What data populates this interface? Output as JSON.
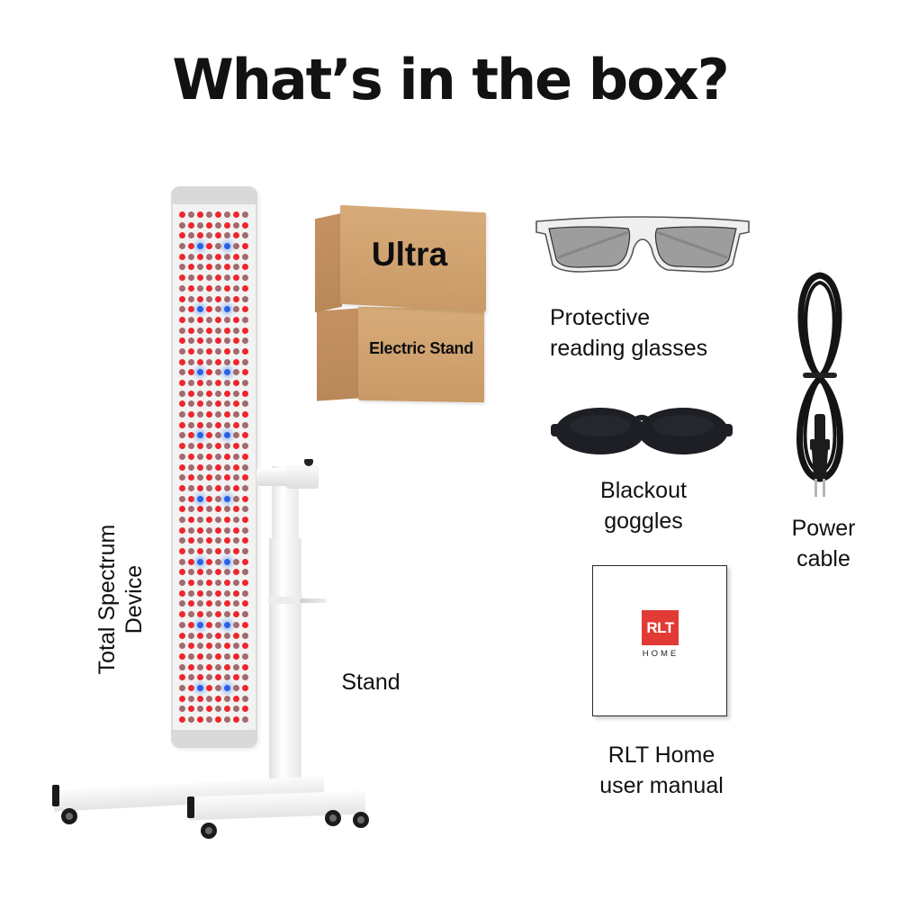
{
  "title": "What’s in the box?",
  "items": {
    "device": {
      "label_line1": "Total Spectrum",
      "label_line2": "Device"
    },
    "stand": {
      "label": "Stand"
    },
    "boxes": {
      "top_label": "Ultra",
      "bottom_label": "Electric Stand"
    },
    "glasses": {
      "label_line1": "Protective",
      "label_line2": "reading glasses"
    },
    "goggles": {
      "label_line1": "Blackout",
      "label_line2": "goggles"
    },
    "cable": {
      "label_line1": "Power",
      "label_line2": "cable"
    },
    "manual": {
      "logo_text": "RLT",
      "logo_subtext": "HOME",
      "label_line1": "RLT Home",
      "label_line2": "user manual"
    }
  },
  "colors": {
    "led_red": "#f0262c",
    "led_muted": "#a36a6e",
    "led_blue": "#2a5fe8",
    "logo_red": "#e23b35",
    "cardboard": "#d2a472"
  }
}
